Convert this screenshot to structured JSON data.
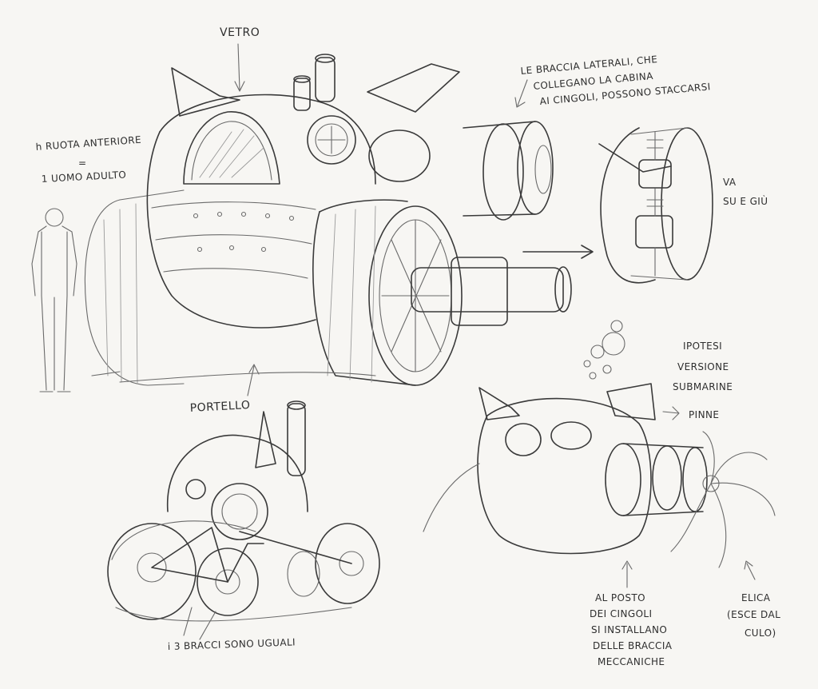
{
  "notes": {
    "vetro": "VETRO",
    "braccia_1": "LE BRACCIA LATERALI, CHE",
    "braccia_2": "COLLEGANO LA CABINA",
    "braccia_3": "AI CINGOLI, POSSONO STACCARSI",
    "ruota_1": "h RUOTA ANTERIORE",
    "ruota_eq": "=",
    "ruota_2": "1 UOMO ADULTO",
    "va_1": "VA",
    "va_2": "SU E GIÙ",
    "portello": "PORTELLO",
    "ipotesi_1": "IPOTESI",
    "ipotesi_2": "VERSIONE",
    "ipotesi_3": "SUBMARINE",
    "pinne": "PINNE",
    "bracci": "i 3 BRACCI SONO UGUALI",
    "alposto_1": "AL POSTO",
    "alposto_2": "DEI CINGOLI",
    "alposto_3": "SI INSTALLANO",
    "alposto_4": "DELLE BRACCIA",
    "alposto_5": "MECCANICHE",
    "elica_1": "ELICA",
    "elica_2": "(ESCE DAL",
    "elica_3": "CULO)"
  }
}
